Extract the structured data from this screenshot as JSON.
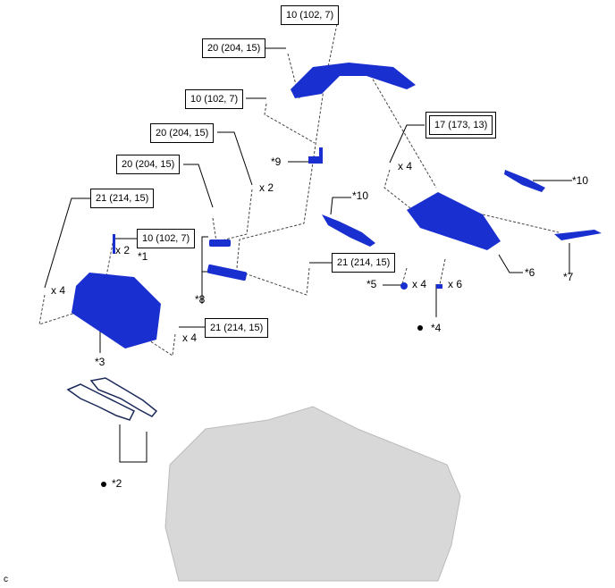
{
  "torque_labels": {
    "t1": "10 (102, 7)",
    "t2": "20 (204, 15)",
    "t3": "10 (102, 7)",
    "t4": "20 (204, 15)",
    "t5": "20 (204, 15)",
    "t6": "21 (214, 15)",
    "t7": "10 (102, 7)",
    "t8": "17 (173, 13)",
    "t9": "21 (214, 15)",
    "t10": "21 (214, 15)"
  },
  "callouts": {
    "c1": "*1",
    "c2": "*2",
    "c3": "*3",
    "c4": "*4",
    "c5": "*5",
    "c6": "*6",
    "c7": "*7",
    "c8": "*8",
    "c9": "*9",
    "c10a": "*10",
    "c10b": "*10"
  },
  "quantities": {
    "q_x2_upper": "x 2",
    "q_x2_stud": "x 2",
    "q_x4_left": "x 4",
    "q_x4_lower": "x 4",
    "q_x4_inj": "x 4",
    "q_x4_o": "x 4",
    "q_x6": "x 6"
  },
  "corner_mark": "c",
  "colors": {
    "part": "#1a2fd0",
    "engine": "#d8d8d8",
    "line": "#000000"
  }
}
